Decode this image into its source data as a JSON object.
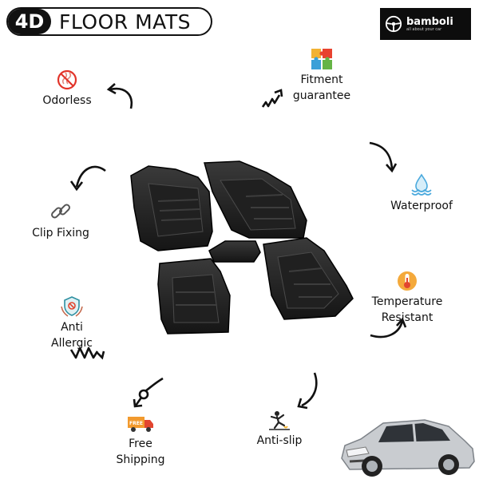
{
  "header": {
    "badge_left": "4D",
    "badge_right": "FLOOR MATS"
  },
  "brand": {
    "name": "bamboli",
    "tagline": "all about your car"
  },
  "features": {
    "odorless": {
      "label": "Odorless",
      "icon": "no-odor-icon"
    },
    "fitment": {
      "label": "Fitment\nguarantee",
      "icon": "puzzle-icon"
    },
    "waterproof": {
      "label": "Waterproof",
      "icon": "water-drop-icon"
    },
    "clip": {
      "label": "Clip Fixing",
      "icon": "clip-link-icon"
    },
    "temperature": {
      "label": "Temperature\nResistant",
      "icon": "thermometer-icon"
    },
    "anti_allergic": {
      "label": "Anti\nAllergic",
      "icon": "allergen-shield-icon"
    },
    "free_shipping": {
      "label": "Free\nShipping",
      "icon": "delivery-truck-icon",
      "truck_text": "FREE"
    },
    "anti_slip": {
      "label": "Anti-slip",
      "icon": "slip-person-icon"
    }
  }
}
